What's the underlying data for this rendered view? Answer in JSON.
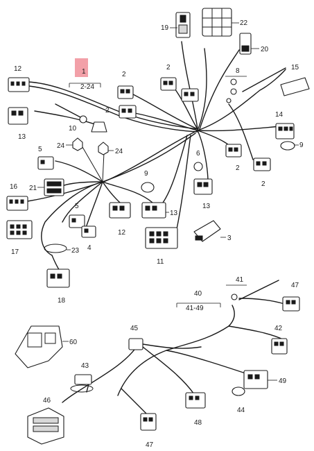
{
  "colors": {
    "line": "#1a1a1a",
    "highlight": "#f2a0a8",
    "background": "#ffffff"
  },
  "callouts": {
    "c1": "1",
    "c1_range": "2-24",
    "c2a": "2",
    "c2b": "2",
    "c2c": "2",
    "c2d": "2",
    "c2e": "2",
    "c3": "3",
    "c4": "4",
    "c5a": "5",
    "c5b": "5",
    "c6": "6",
    "c8": "8",
    "c9a": "9",
    "c9b": "9",
    "c10": "10",
    "c11": "11",
    "c12a": "12",
    "c12b": "12",
    "c13a": "13",
    "c13b": "13",
    "c13c": "13",
    "c14": "14",
    "c15": "15",
    "c16": "16",
    "c17": "17",
    "c18": "18",
    "c19": "19",
    "c20": "20",
    "c21": "21",
    "c22": "22",
    "c23": "23",
    "c24a": "24",
    "c24b": "24",
    "c40": "40",
    "c40_range": "41-49",
    "c41": "41",
    "c42": "42",
    "c43": "43",
    "c44": "44",
    "c45": "45",
    "c46": "46",
    "c47": "47",
    "c48": "48",
    "c49": "49",
    "c60": "60"
  }
}
